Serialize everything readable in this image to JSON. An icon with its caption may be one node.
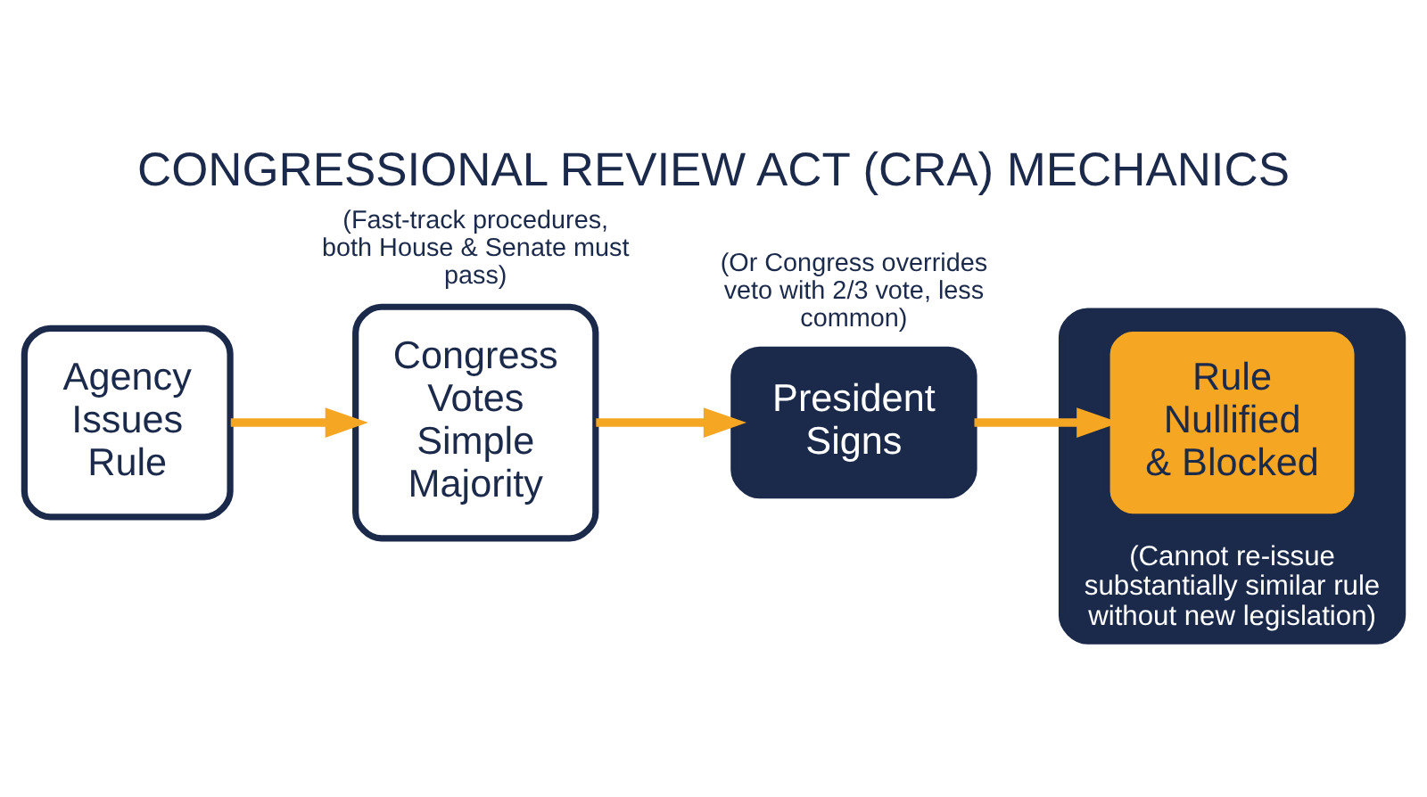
{
  "diagram": {
    "title": "CONGRESSIONAL REVIEW ACT (CRA) MECHANICS",
    "nodes": [
      {
        "text": [
          "Agency Issues Rule"
        ]
      },
      {
        "text": [
          "Congress Votes Simple Majority"
        ],
        "beside": [
          "(Fast-track procedures, both House & Senate must pass)"
        ]
      },
      {
        "text": [
          "President Signs"
        ],
        "beside": [
          "(Or Congress overrides veto with 2/3 vote, less common)"
        ]
      },
      {
        "text": [
          "(Cannot re-issue substantially similar rule without new legislation)"
        ]
      },
      {
        "text": [
          "Rule Nullified & Blocked"
        ],
        "in": 3
      }
    ],
    "edges": [
      {
        "from": 0,
        "to": 1,
        "arrow": "to"
      },
      {
        "from": 1,
        "to": 2,
        "arrow": "to"
      },
      {
        "from": 2,
        "to": 4,
        "arrow": "to"
      }
    ]
  }
}
